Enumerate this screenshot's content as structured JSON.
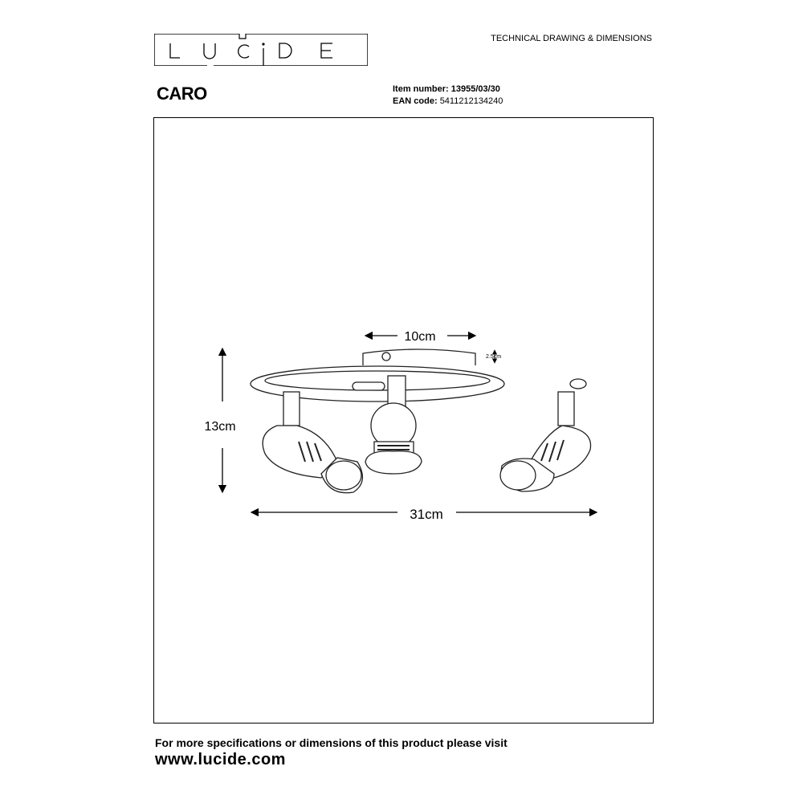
{
  "brand": {
    "logo_text": "LUCIDE"
  },
  "header": {
    "doc_type": "TECHNICAL DRAWING & DIMENSIONS"
  },
  "product": {
    "name": "CARO",
    "item_label": "Item number:",
    "item_number": "13955/03/30",
    "ean_label": "EAN code:",
    "ean_code": "5411212134240"
  },
  "dimensions": {
    "width": "31cm",
    "height": "13cm",
    "canopy_diameter": "10cm",
    "canopy_height": "2.5cm"
  },
  "footer": {
    "text": "For more specifications or dimensions of this product please visit",
    "url": "www.lucide.com"
  }
}
